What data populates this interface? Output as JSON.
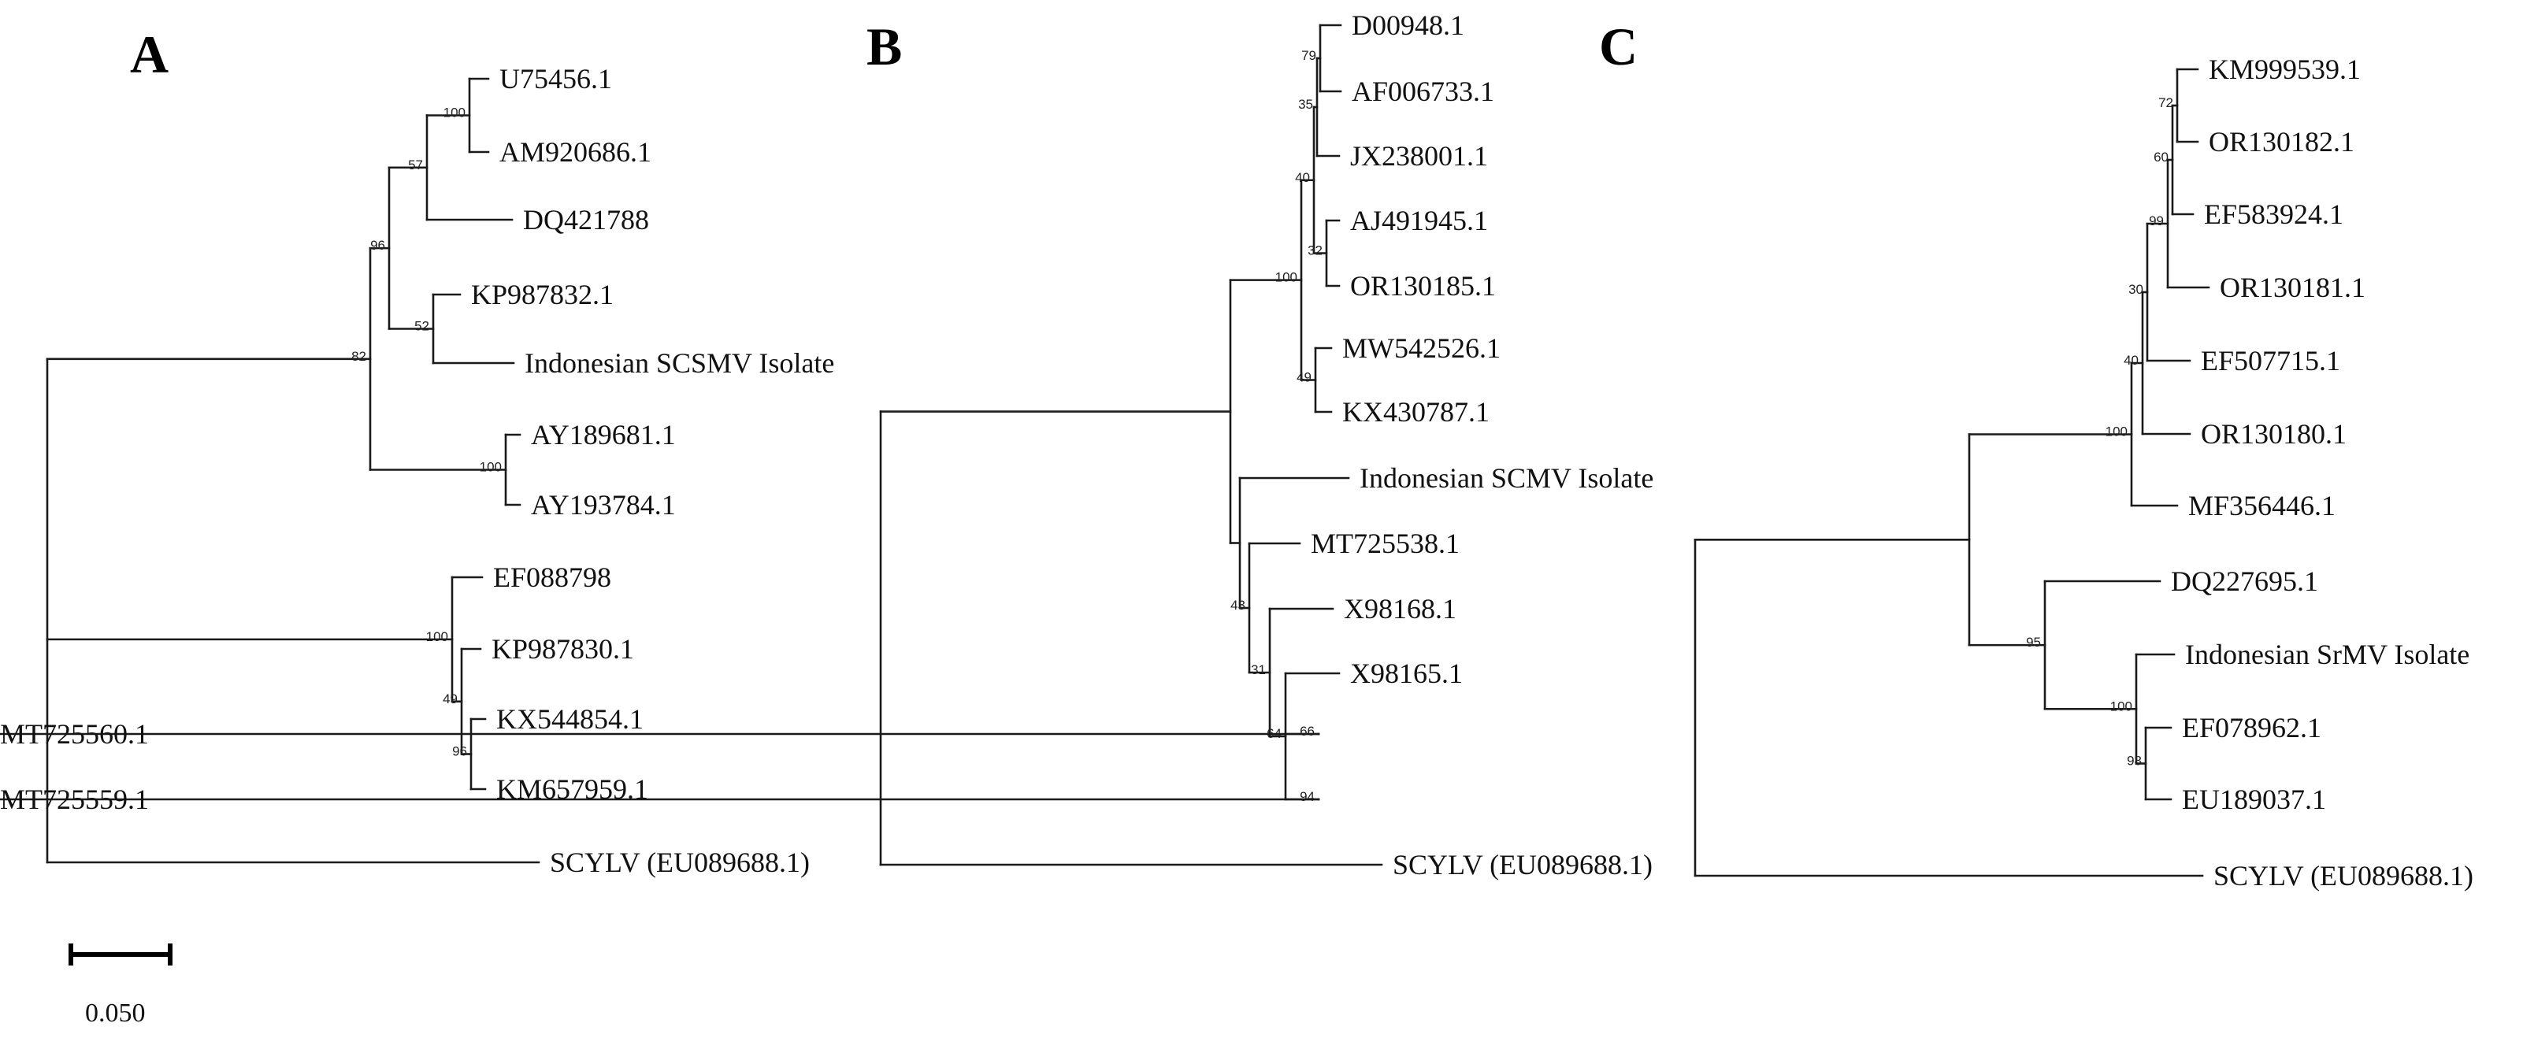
{
  "panels": [
    {
      "letter": "A",
      "tree": {
        "c": [
          {
            "b": "82",
            "c": [
              {
                "b": "96",
                "c": [
                  {
                    "b": "57",
                    "c": [
                      {
                        "b": "100",
                        "c": [
                          {
                            "n": "U75456.1"
                          },
                          {
                            "n": "AM920686.1"
                          }
                        ]
                      },
                      {
                        "n": "DQ421788"
                      }
                    ]
                  },
                  {
                    "b": "52",
                    "c": [
                      {
                        "n": "KP987832.1"
                      },
                      {
                        "n": "Indonesian SCSMV Isolate"
                      }
                    ]
                  }
                ]
              },
              {
                "b": "100",
                "c": [
                  {
                    "n": "AY189681.1"
                  },
                  {
                    "n": "AY193784.1"
                  }
                ]
              }
            ]
          },
          {
            "b": "100",
            "c": [
              {
                "n": "EF088798"
              },
              {
                "b": "49",
                "c": [
                  {
                    "n": "KP987830.1"
                  },
                  {
                    "b": "96",
                    "c": [
                      {
                        "n": "KX544854.1"
                      },
                      {
                        "n": "KM657959.1"
                      }
                    ]
                  }
                ]
              }
            ]
          },
          {
            "n": "SCYLV (EU089688.1)"
          }
        ]
      }
    },
    {
      "letter": "B",
      "tree": {
        "c": [
          {
            "c": [
              {
                "b": "100",
                "c": [
                  {
                    "b": "40",
                    "c": [
                      {
                        "b": "35",
                        "c": [
                          {
                            "b": "79",
                            "c": [
                              {
                                "n": "D00948.1"
                              },
                              {
                                "n": "AF006733.1"
                              }
                            ]
                          },
                          {
                            "n": "JX238001.1"
                          }
                        ]
                      },
                      {
                        "b": "32",
                        "c": [
                          {
                            "n": "AJ491945.1"
                          },
                          {
                            "n": "OR130185.1"
                          }
                        ]
                      }
                    ]
                  },
                  {
                    "b": "49",
                    "c": [
                      {
                        "n": "MW542526.1"
                      },
                      {
                        "n": "KX430787.1"
                      }
                    ]
                  }
                ]
              },
              {
                "c": [
                  {
                    "n": "Indonesian SCMV Isolate"
                  },
                  {
                    "b": "43",
                    "c": [
                      {
                        "n": "MT725538.1"
                      },
                      {
                        "b": "31",
                        "c": [
                          {
                            "n": "X98168.1"
                          },
                          {
                            "b": "64",
                            "c": [
                              {
                                "n": "X98165.1"
                              },
                              {
                                "b": "66",
                                "c": [
                                  {
                                    "n": "MT725560.1"
                                  }
                                ]
                              },
                              {
                                "b": "94",
                                "c": [
                                  {
                                    "n": "MT725559.1"
                                  }
                                ]
                              }
                            ]
                          }
                        ]
                      }
                    ]
                  }
                ]
              }
            ]
          },
          {
            "n": "SCYLV (EU089688.1)"
          }
        ]
      }
    },
    {
      "letter": "C",
      "tree": {
        "c": [
          {
            "c": [
              {
                "b": "100",
                "c": [
                  {
                    "b": "40",
                    "c": [
                      {
                        "b": "30",
                        "c": [
                          {
                            "b": "99",
                            "c": [
                              {
                                "b": "60",
                                "c": [
                                  {
                                    "b": "72",
                                    "c": [
                                      {
                                        "n": "KM999539.1"
                                      },
                                      {
                                        "n": "OR130182.1"
                                      }
                                    ]
                                  },
                                  {
                                    "n": "EF583924.1"
                                  }
                                ]
                              },
                              {
                                "n": "OR130181.1"
                              }
                            ]
                          },
                          {
                            "n": "EF507715.1"
                          }
                        ]
                      },
                      {
                        "n": "OR130180.1"
                      }
                    ]
                  },
                  {
                    "n": "MF356446.1"
                  }
                ]
              },
              {
                "b": "95",
                "c": [
                  {
                    "n": "DQ227695.1"
                  },
                  {
                    "b": "100",
                    "c": [
                      {
                        "n": "Indonesian SrMV Isolate"
                      },
                      {
                        "b": "98",
                        "c": [
                          {
                            "n": "EF078962.1"
                          },
                          {
                            "n": "EU189037.1"
                          }
                        ]
                      }
                    ]
                  }
                ]
              }
            ]
          },
          {
            "n": "SCYLV (EU089688.1)"
          }
        ]
      }
    }
  ],
  "scale_bar": {
    "value": 0.05,
    "label": "0.050"
  }
}
